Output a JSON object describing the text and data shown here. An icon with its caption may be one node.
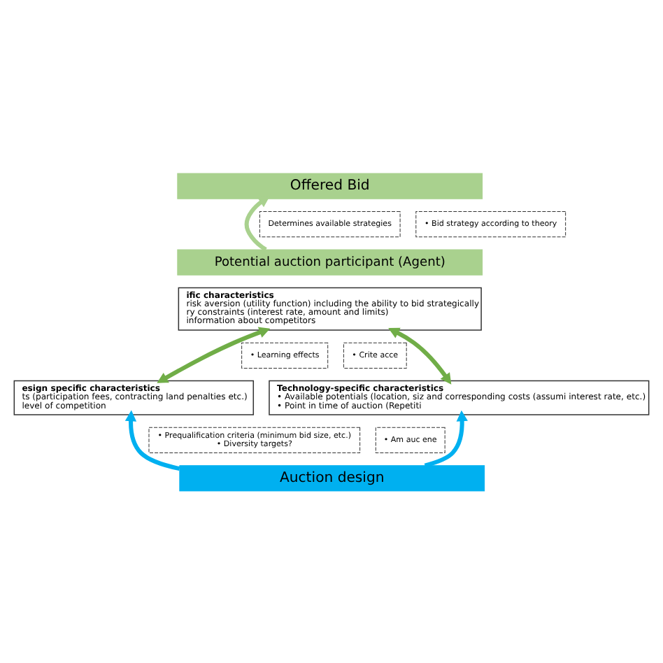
{
  "diagram": {
    "nodes": [
      {
        "text": [
          "Offered Bid"
        ]
      },
      {
        "text": [
          "Potential auction participant (Agent)"
        ]
      },
      {
        "text": [
          "ific characteristics",
          "risk aversion (utility function) including the ability to bid strategically",
          "ry constraints (interest rate, amount and limits)",
          "information about competitors"
        ]
      },
      {
        "text": [
          "esign specific characteristics",
          "ts (participation fees, contracting land penalties etc.)",
          "level of competition"
        ]
      },
      {
        "text": [
          "Technology-specific characteristics",
          "• Available potentials (location, siz and corresponding costs (assumi interest rate, etc.)",
          "• Point in time of auction (Repetiti"
        ]
      },
      {
        "text": [
          "Auction design"
        ]
      },
      {
        "text": [
          "Determines available strategies"
        ]
      },
      {
        "text": [
          "• Bid strategy according to theory"
        ]
      },
      {
        "text": [
          "• Learning effects"
        ]
      },
      {
        "text": [
          "• Crite acce"
        ]
      },
      {
        "text": [
          "• Prequalification criteria (minimum bid size, etc.)",
          "• Diversity targets?"
        ]
      },
      {
        "text": [
          "• Am auc ene"
        ]
      }
    ],
    "edges": [
      {
        "from": 1,
        "to": 0,
        "arrow": "to",
        "color": "#a9d18e"
      },
      {
        "from": 2,
        "to": 3,
        "arrow": "both",
        "color": "#70ad47"
      },
      {
        "from": 2,
        "to": 4,
        "arrow": "both",
        "color": "#70ad47"
      },
      {
        "from": 5,
        "to": 3,
        "arrow": "to",
        "color": "#00b0f0"
      },
      {
        "from": 5,
        "to": 4,
        "arrow": "to",
        "color": "#00b0f0"
      }
    ]
  }
}
